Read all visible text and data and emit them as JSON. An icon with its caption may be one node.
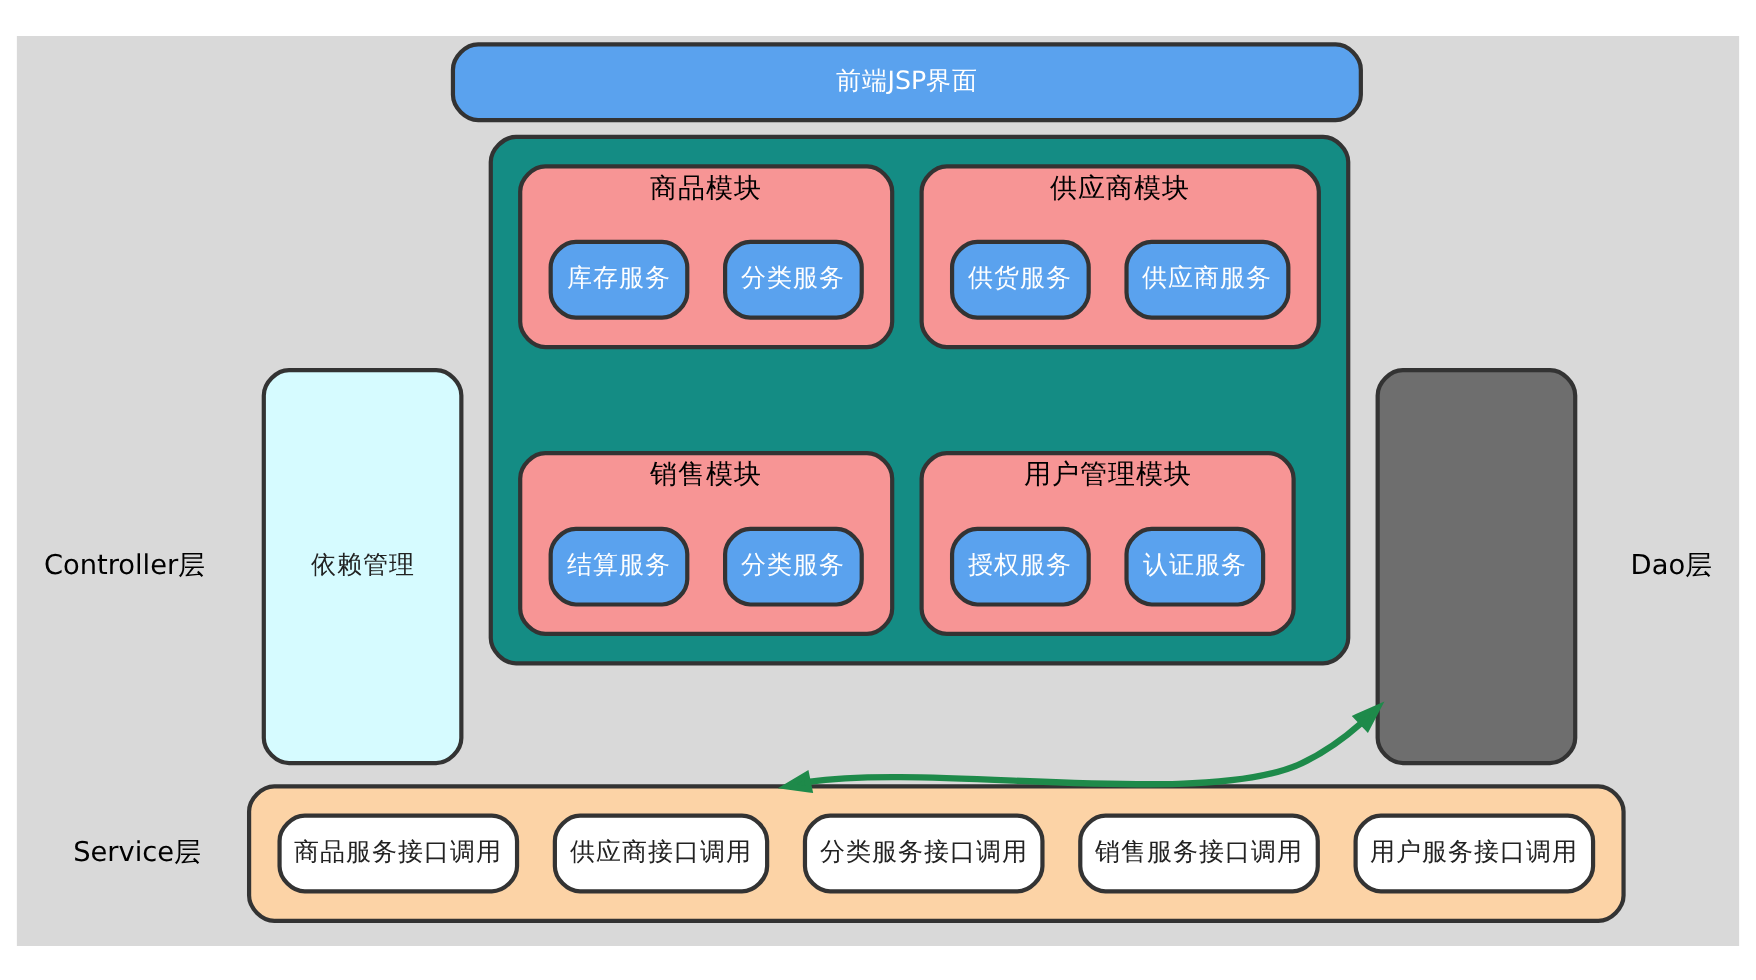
{
  "diagram": {
    "nodes": [
      {
        "text": [
          "依赖管理"
        ]
      },
      {
        "text": [
          "前端JSP界面"
        ]
      },
      {
        "text": [],
        "shape": "box"
      },
      {
        "text": [
          "商品模块"
        ],
        "in": 2
      },
      {
        "text": [
          "库存服务"
        ],
        "in": 3
      },
      {
        "text": [
          "分类服务"
        ],
        "in": 3
      },
      {
        "text": [
          "供应商模块"
        ],
        "in": 2
      },
      {
        "text": [
          "供货服务"
        ],
        "in": 6
      },
      {
        "text": [
          "供应商服务"
        ],
        "in": 6
      },
      {
        "text": [
          "销售模块"
        ],
        "in": 2
      },
      {
        "text": [
          "结算服务"
        ],
        "in": 9
      },
      {
        "text": [
          "分类服务"
        ],
        "in": 9
      },
      {
        "text": [
          "用户管理模块"
        ],
        "in": 2
      },
      {
        "text": [
          "授权服务"
        ],
        "in": 12
      },
      {
        "text": [
          "认证服务"
        ],
        "in": 12
      },
      {
        "text": [],
        "shape": "box"
      },
      {
        "text": [
          "商品服务接口调用"
        ],
        "in": 15
      },
      {
        "text": [
          "分类服务接口调用"
        ],
        "in": 15
      },
      {
        "text": [
          "供应商接口调用"
        ],
        "in": 15
      },
      {
        "text": [
          "销售服务接口调用"
        ],
        "in": 15
      },
      {
        "text": [
          "用户服务接口调用"
        ],
        "in": 15
      },
      {
        "text": [],
        "shape": "box"
      }
    ],
    "edges": [
      {
        "from": 15,
        "to": 21,
        "arrow": "both",
        "color": "#1e8a4a"
      }
    ],
    "labels": [
      "Controller层",
      "Service层",
      "Dao层"
    ]
  }
}
